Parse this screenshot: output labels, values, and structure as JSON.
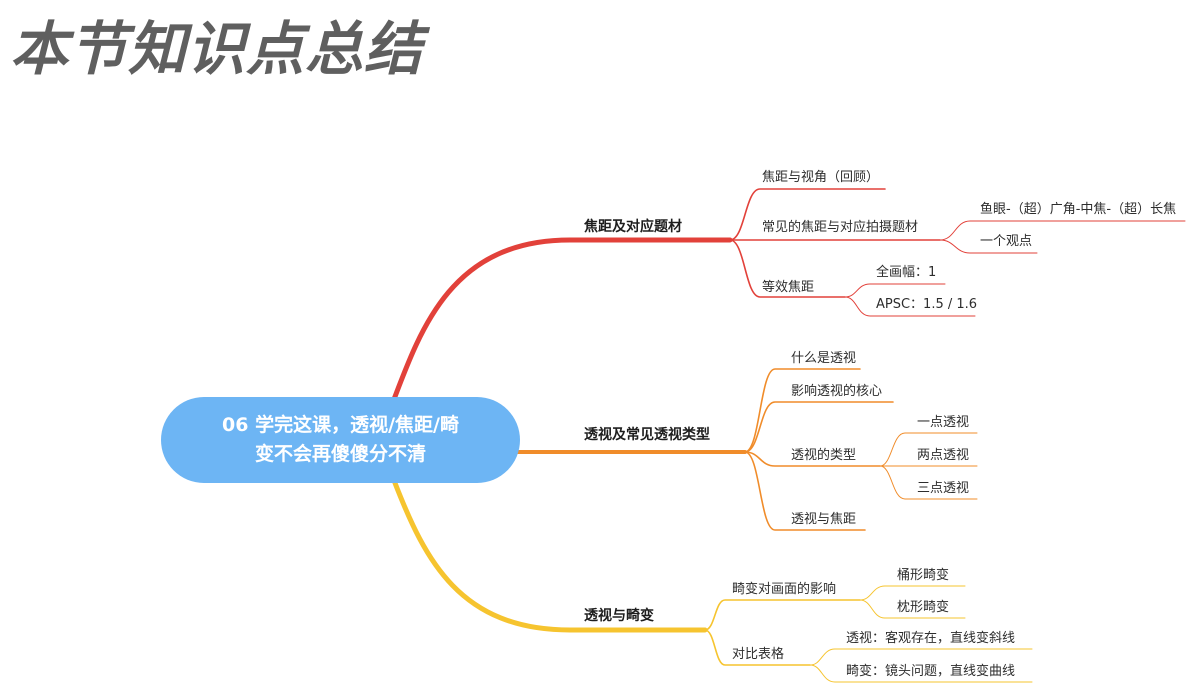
{
  "page": {
    "title": "本节知识点总结"
  },
  "central": {
    "line1": "06 学完这课，透视/焦距/畸",
    "line2": "变不会再傻傻分不清"
  },
  "colors": {
    "red": "#e2413a",
    "orange": "#f08c2a",
    "yellow": "#f6c42f",
    "central": "#6db5f4"
  },
  "branches": [
    {
      "label": "焦距及对应题材",
      "children": [
        {
          "label": "焦距与视角（回顾）"
        },
        {
          "label": "常见的焦距与对应拍摄题材",
          "children": [
            {
              "label": "鱼眼-（超）广角-中焦-（超）长焦"
            },
            {
              "label": "一个观点"
            }
          ]
        },
        {
          "label": "等效焦距",
          "children": [
            {
              "label": "全画幅：1"
            },
            {
              "label": "APSC：1.5 / 1.6"
            }
          ]
        }
      ]
    },
    {
      "label": "透视及常见透视类型",
      "children": [
        {
          "label": "什么是透视"
        },
        {
          "label": "影响透视的核心"
        },
        {
          "label": "透视的类型",
          "children": [
            {
              "label": "一点透视"
            },
            {
              "label": "两点透视"
            },
            {
              "label": "三点透视"
            }
          ]
        },
        {
          "label": "透视与焦距"
        }
      ]
    },
    {
      "label": "透视与畸变",
      "children": [
        {
          "label": "畸变对画面的影响",
          "children": [
            {
              "label": "桶形畸变"
            },
            {
              "label": "枕形畸变"
            }
          ]
        },
        {
          "label": "对比表格",
          "children": [
            {
              "label": "透视：客观存在，直线变斜线"
            },
            {
              "label": "畸变：镜头问题，直线变曲线"
            }
          ]
        }
      ]
    }
  ]
}
